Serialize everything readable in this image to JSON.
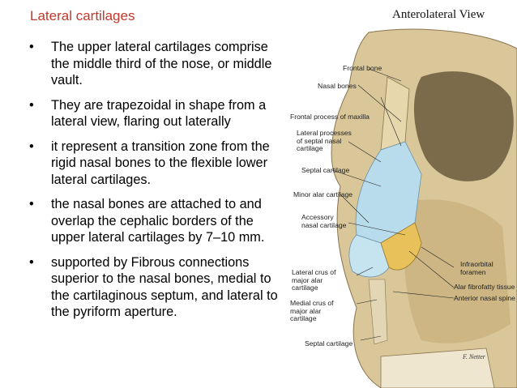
{
  "slide": {
    "title": "Lateral cartilages",
    "bullets": [
      "The upper lateral cartilages comprise the middle third of the nose, or middle vault.",
      "They are trapezoidal in shape from a lateral view, flaring out laterally",
      "it represent a transition zone from the rigid nasal bones to the flexible lower lateral cartilages.",
      "the nasal bones are attached to and overlap the cephalic borders of the upper lateral cartilages by 7–10 mm.",
      "supported by Fibrous connections superior to the nasal bones, medial to the cartilaginous septum, and lateral to the pyriform aperture."
    ],
    "bullet_symbol": "•"
  },
  "figure": {
    "view_title": "Anterolateral View",
    "labels": {
      "frontal_bone": "Frontal bone",
      "nasal_bones": "Nasal bones",
      "frontal_process": "Frontal process of maxilla",
      "lateral_processes": "Lateral processes of septal nasal cartilage",
      "septal_cartilage_upper": "Septal cartilage",
      "minor_alar": "Minor alar cartilage",
      "accessory_nasal": "Accessory nasal cartilage",
      "lateral_crus": "Lateral crus of major alar cartilage",
      "medial_crus": "Medial crus of major alar cartilage",
      "septal_cartilage_lower": "Septal cartilage",
      "infraorbital_foramen": "Infraorbital foramen",
      "alar_fibrofatty": "Alar fibrofatty tissue",
      "anterior_nasal_spine": "Anterior nasal spine"
    },
    "signature": "F. Netter",
    "colors": {
      "bone": "#d9c79a",
      "bone_shadow": "#8a7450",
      "cartilage": "#b9dcec",
      "alar": "#e8c15a",
      "text_title": "#c0392b"
    }
  }
}
